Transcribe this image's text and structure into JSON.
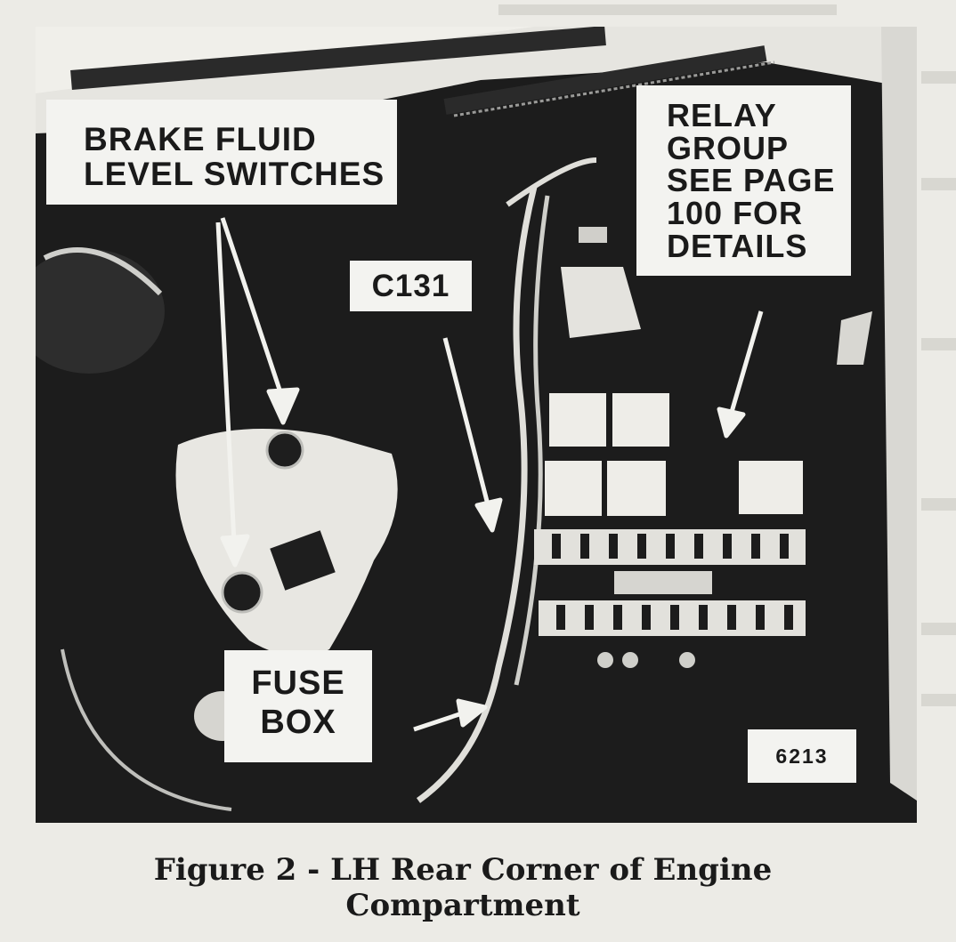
{
  "figure": {
    "callouts": {
      "brake_fluid": [
        "BRAKE FLUID",
        "LEVEL SWITCHES"
      ],
      "relay_group": [
        "RELAY",
        "GROUP",
        "SEE PAGE",
        "100 FOR",
        "DETAILS"
      ],
      "connector": "C131",
      "fuse_box": [
        "FUSE",
        "BOX"
      ],
      "figure_code": "6213"
    },
    "caption": [
      "Figure 2 - LH Rear Corner of Engine",
      "Compartment"
    ]
  },
  "colors": {
    "photo_background": "#1c1c1c",
    "label_background": "#f3f3f0",
    "text": "#1a1a1a",
    "paper": "#ecebe6"
  }
}
